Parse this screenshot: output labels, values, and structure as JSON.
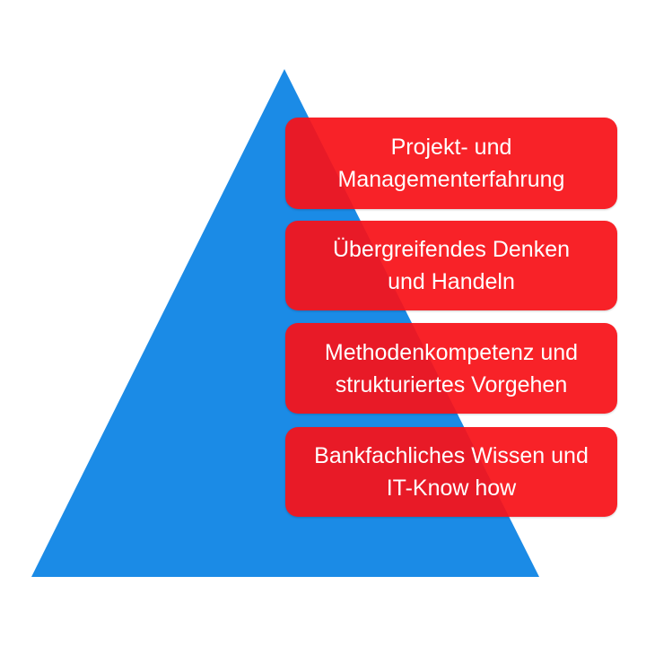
{
  "pyramid": {
    "color": "#1b8be6"
  },
  "boxes": {
    "color": "#f81118",
    "items": [
      {
        "line1": "Projekt- und",
        "line2": "Managementerfahrung"
      },
      {
        "line1": "Übergreifendes Denken",
        "line2": "und Handeln"
      },
      {
        "line1": "Methodenkompetenz und",
        "line2": "strukturiertes Vorgehen"
      },
      {
        "line1": "Bankfachliches Wissen und",
        "line2": "IT-Know how"
      }
    ]
  }
}
